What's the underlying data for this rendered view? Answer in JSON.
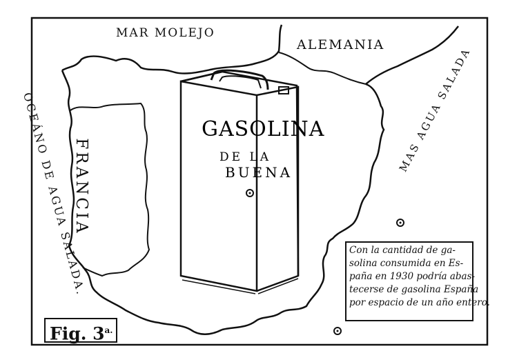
{
  "labels": {
    "sea_top": "MAR MOLEJO",
    "germany": "ALEMANIA",
    "france": "FRANCIA",
    "ocean_left": "OCEÁNO DE AGUA SALADA.",
    "sea_right": "MAS AGUA SALADA"
  },
  "can": {
    "title": "GASOLINA",
    "subtitle_1": "DE LA",
    "subtitle_2": "BUENA"
  },
  "note_lines": [
    "Con la cantidad de ga-",
    "solina consumida en Es-",
    "paña en 1930 podría abas-",
    "tecerse de gasolina España",
    "por espacio de un año entero."
  ],
  "figure_label": "Fig. 3",
  "figure_suffix": "a."
}
